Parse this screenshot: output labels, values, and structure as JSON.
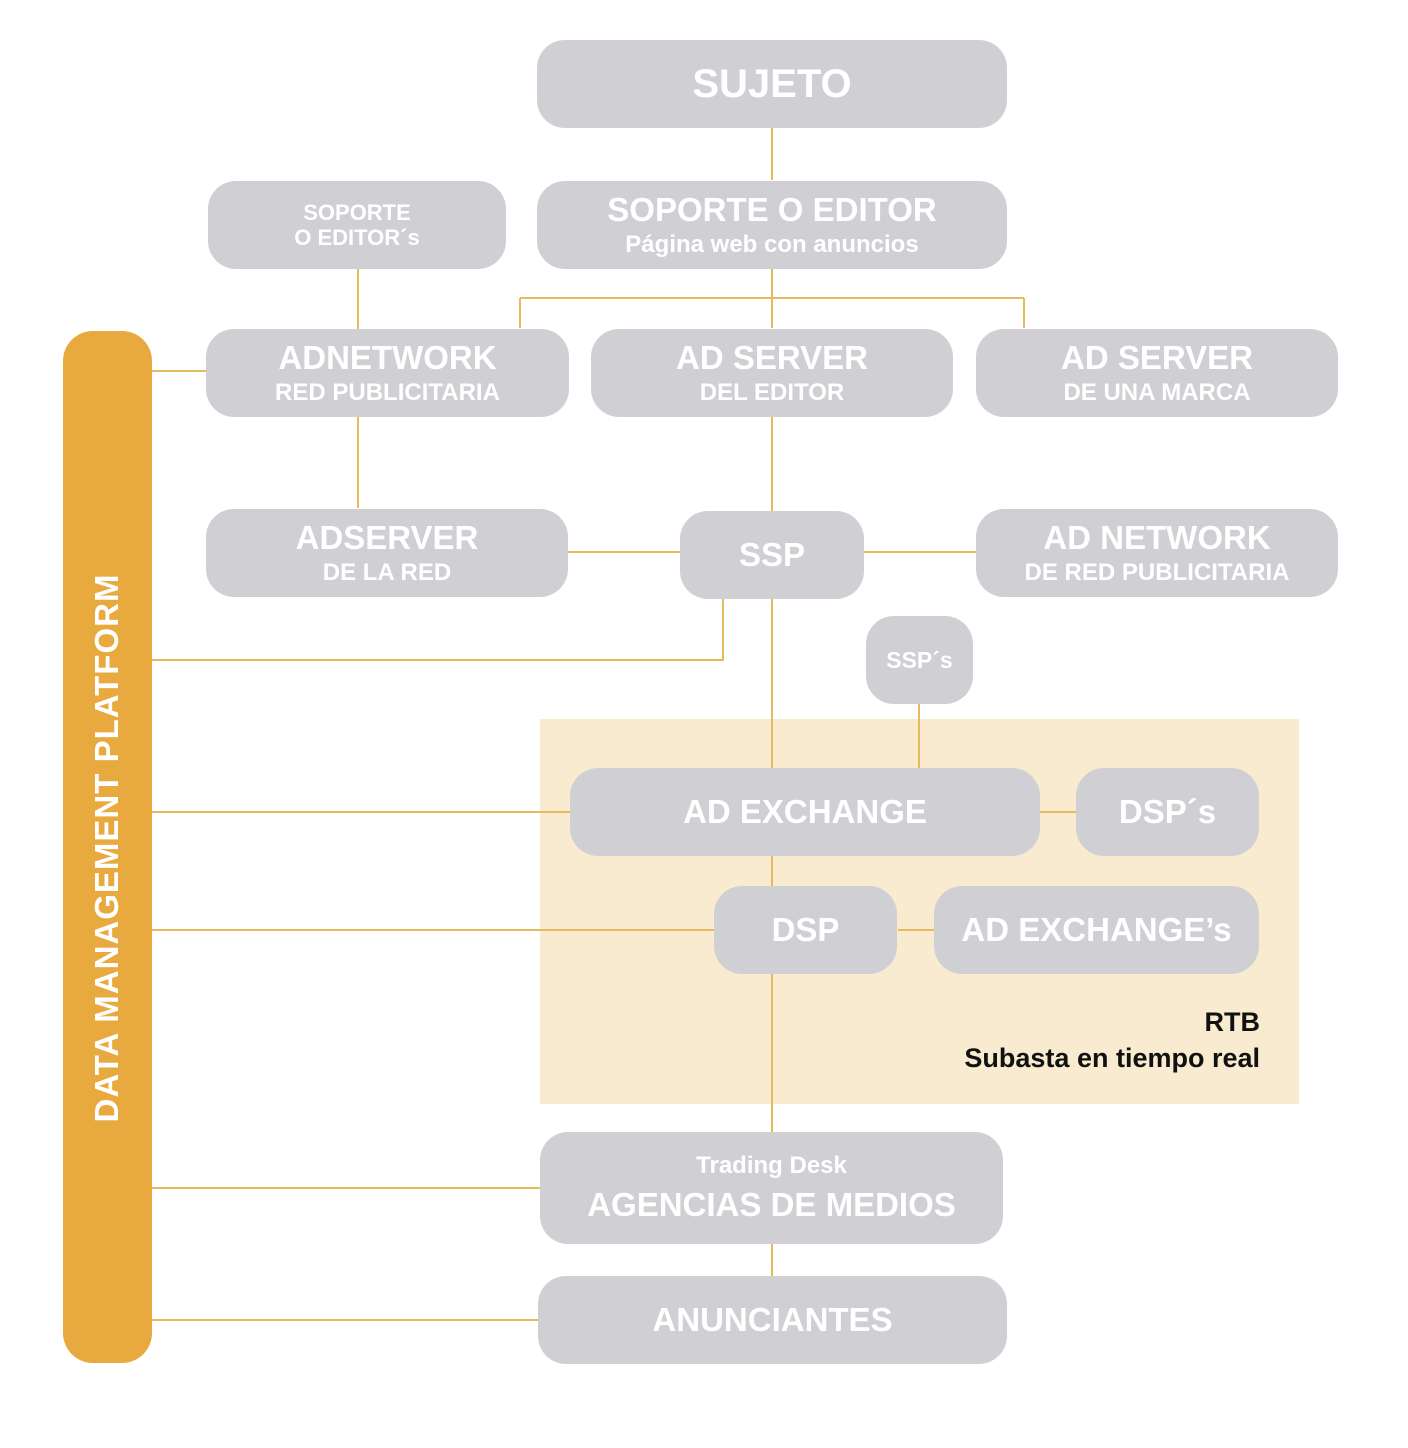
{
  "dmp": {
    "label": "DATA MANAGEMENT PLATFORM"
  },
  "nodes": {
    "sujeto": {
      "title": "SUJETO"
    },
    "soporte_editors": {
      "line1": "SOPORTE",
      "line2": "O EDITOR´s"
    },
    "soporte_editor": {
      "title": "SOPORTE O EDITOR",
      "subtitle": "Página web con anuncios"
    },
    "adnetwork": {
      "title": "ADNETWORK",
      "subtitle": "RED PUBLICITARIA"
    },
    "ad_server_editor": {
      "title": "AD SERVER",
      "subtitle": "DEL EDITOR"
    },
    "ad_server_marca": {
      "title": "AD SERVER",
      "subtitle": "DE UNA MARCA"
    },
    "adserver_red": {
      "title": "ADSERVER",
      "subtitle": "DE LA RED"
    },
    "ssp": {
      "title": "SSP"
    },
    "ad_network_red": {
      "title": "AD NETWORK",
      "subtitle": "DE RED PUBLICITARIA"
    },
    "ssps": {
      "title": "SSP´s"
    },
    "ad_exchange": {
      "title": "AD EXCHANGE"
    },
    "dsps": {
      "title": "DSP´s"
    },
    "dsp": {
      "title": "DSP"
    },
    "ad_exchanges": {
      "title": "AD EXCHANGE’s"
    },
    "trading_desk": {
      "subtitle": "Trading Desk",
      "title": "AGENCIAS DE MEDIOS"
    },
    "anunciantes": {
      "title": "ANUNCIANTES"
    }
  },
  "rtb": {
    "line1": "RTB",
    "line2": "Subasta en tiempo real"
  },
  "colors": {
    "node_fill": "#d0d0d4",
    "node_text": "#ffffff",
    "connector": "#e7ba5e",
    "dmp_bar": "#e8aa3e",
    "rtb_area": "#f9ebd0"
  }
}
